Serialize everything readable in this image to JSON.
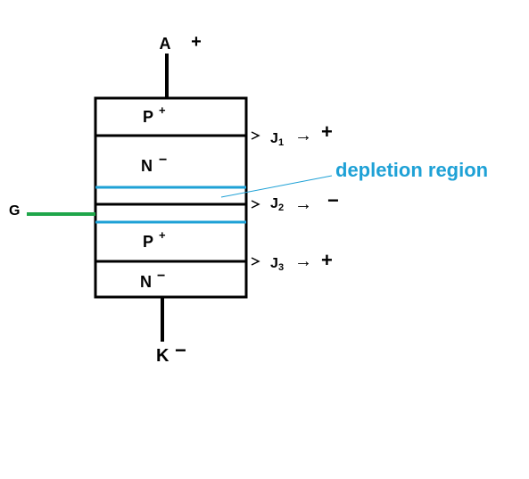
{
  "colors": {
    "ink": "#000000",
    "depletion": "#1ea1d6",
    "gate": "#1fa64a"
  },
  "anode": {
    "label": "A",
    "sign": "+"
  },
  "cathode": {
    "label": "K",
    "sign": "−"
  },
  "gate": {
    "label": "G"
  },
  "layers": [
    {
      "type": "P",
      "sup": "+"
    },
    {
      "type": "N",
      "sup": "−"
    },
    {
      "type": "P",
      "sup": "+"
    },
    {
      "type": "N",
      "sup": "−"
    }
  ],
  "junctions": [
    {
      "name": "J",
      "sub": "1",
      "arrow": "→",
      "bias": "+"
    },
    {
      "name": "J",
      "sub": "2",
      "arrow": "→",
      "bias": "−"
    },
    {
      "name": "J",
      "sub": "3",
      "arrow": "→",
      "bias": "+"
    }
  ],
  "depletion_label": "depletion region"
}
